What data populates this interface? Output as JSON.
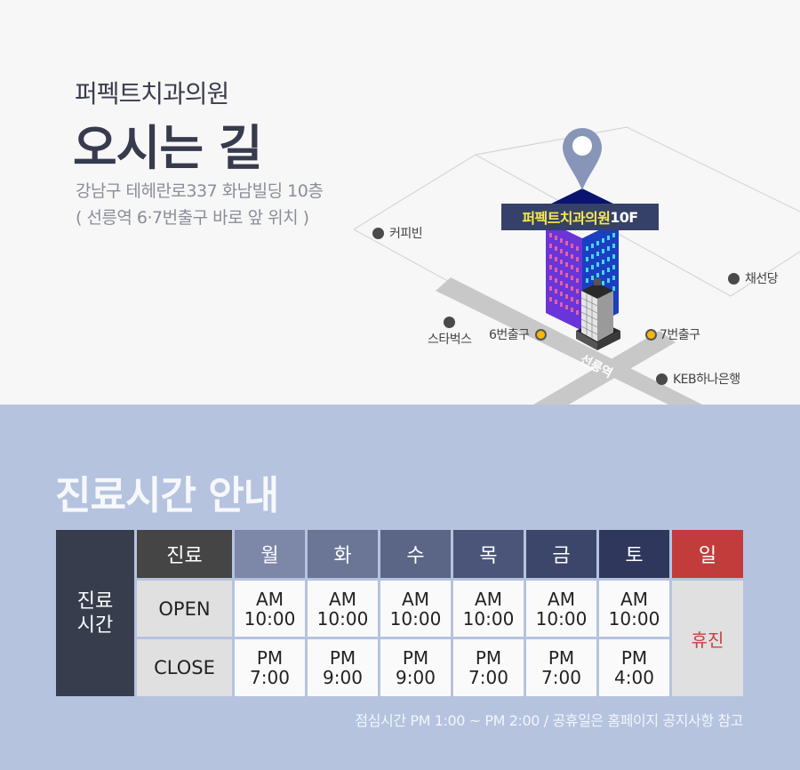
{
  "header": {
    "clinic_name": "퍼펙트치과의원",
    "title": "오시는 길",
    "address": "강남구 테헤란로337 화남빌딩 10층",
    "address_note": "( 선릉역 6·7번출구 바로 앞 위치 )"
  },
  "map": {
    "building_label": {
      "name": "퍼펙트치과의원",
      "floor": "10F"
    },
    "station_label": "선릉역",
    "pois": [
      {
        "name": "커피빈",
        "type": "landmark"
      },
      {
        "name": "스타벅스",
        "type": "landmark"
      },
      {
        "name": "채선당",
        "type": "landmark"
      },
      {
        "name": "KEB하나은행",
        "type": "landmark"
      },
      {
        "name": "6번출구",
        "type": "exit"
      },
      {
        "name": "7번출구",
        "type": "exit"
      }
    ],
    "icons": {
      "pin": "location-pin-icon"
    },
    "colors": {
      "pin": "#8796b8",
      "label_bg": "#354168",
      "label_highlight": "#f7e94b",
      "exit_dot": "#f6b70a",
      "road": "#c8c8c8"
    }
  },
  "hours": {
    "title": "진료시간 안내",
    "side_label_line1": "진료",
    "side_label_line2": "시간",
    "corner_label": "진료",
    "days": [
      {
        "label": "월",
        "color": "#7d88a8",
        "open_ampm": "AM",
        "open_time": "10:00",
        "close_ampm": "PM",
        "close_time": "7:00"
      },
      {
        "label": "화",
        "color": "#6b7595",
        "open_ampm": "AM",
        "open_time": "10:00",
        "close_ampm": "PM",
        "close_time": "9:00"
      },
      {
        "label": "수",
        "color": "#5b6586",
        "open_ampm": "AM",
        "open_time": "10:00",
        "close_ampm": "PM",
        "close_time": "9:00"
      },
      {
        "label": "목",
        "color": "#4a5579",
        "open_ampm": "AM",
        "open_time": "10:00",
        "close_ampm": "PM",
        "close_time": "7:00"
      },
      {
        "label": "금",
        "color": "#3c466b",
        "open_ampm": "AM",
        "open_time": "10:00",
        "close_ampm": "PM",
        "close_time": "7:00"
      },
      {
        "label": "토",
        "color": "#2f385c",
        "open_ampm": "AM",
        "open_time": "10:00",
        "close_ampm": "PM",
        "close_time": "4:00"
      }
    ],
    "sunday": {
      "label": "일",
      "color": "#c23c3c",
      "status": "휴진"
    },
    "rows": {
      "open_label": "OPEN",
      "close_label": "CLOSE"
    },
    "note": "점심시간  PM 1:00 ~ PM 2:00 / 공휴일은 홈페이지 공지사항 참고"
  }
}
